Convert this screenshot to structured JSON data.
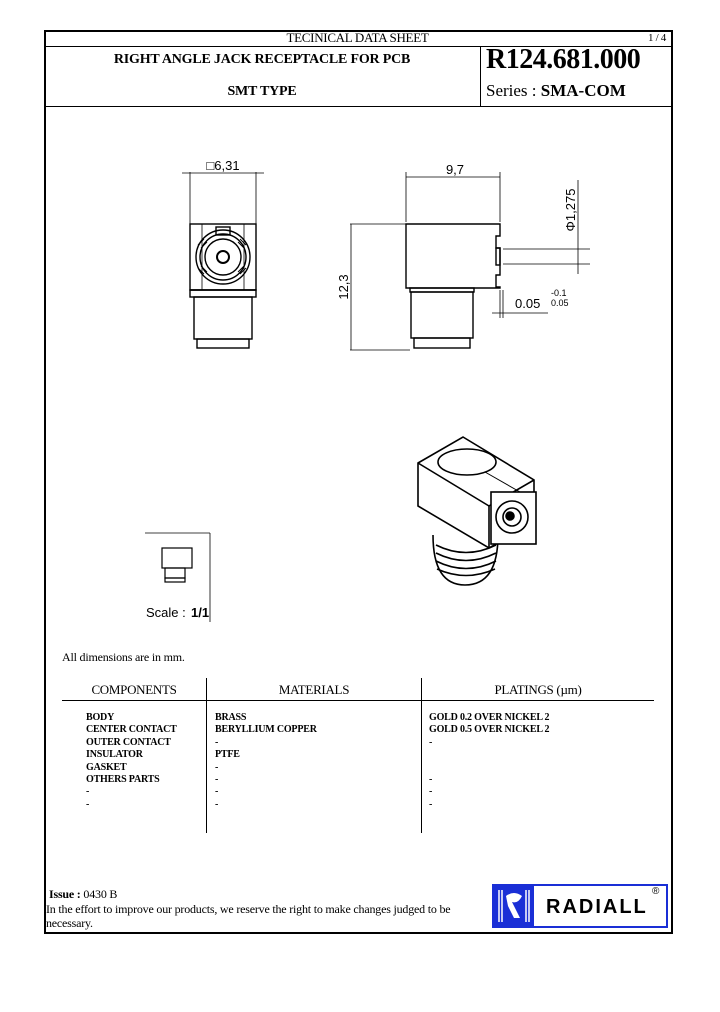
{
  "header": {
    "sheet_title": "TECINICAL DATA SHEET",
    "page": "1 / 4",
    "product_title": "RIGHT ANGLE JACK RECEPTACLE FOR PCB",
    "product_subtitle": "SMT TYPE",
    "reference": "R124.681.000",
    "series_label": "Series :",
    "series_value": "SMA-COM"
  },
  "drawing": {
    "front_view_dim": "□6,31",
    "side_view_width": "9,7",
    "side_view_height": "12,3",
    "pin_diameter": "Φ1,275",
    "coplanarity": "0.05",
    "tolerance_upper": "-0.1",
    "tolerance_lower": "0.05",
    "scale_label": "Scale :",
    "scale_value": "1/1"
  },
  "notes": {
    "units": "All dimensions are in mm."
  },
  "table": {
    "headers": [
      "COMPONENTS",
      "MATERIALS",
      "PLATINGS (µm)"
    ],
    "rows": [
      {
        "component": "BODY",
        "material": "BRASS",
        "plating": "GOLD 0.2 OVER NICKEL 2"
      },
      {
        "component": "CENTER CONTACT",
        "material": "BERYLLIUM COPPER",
        "plating": "GOLD 0.5 OVER NICKEL 2"
      },
      {
        "component": "OUTER CONTACT",
        "material": "-",
        "plating": "-"
      },
      {
        "component": "INSULATOR",
        "material": "PTFE",
        "plating": ""
      },
      {
        "component": "GASKET",
        "material": "-",
        "plating": ""
      },
      {
        "component": "OTHERS PARTS",
        "material": "-",
        "plating": "-"
      },
      {
        "component": "-",
        "material": "-",
        "plating": "-"
      },
      {
        "component": "-",
        "material": "-",
        "plating": "-"
      }
    ]
  },
  "footer": {
    "issue_label": "Issue :",
    "issue_value": "0430 B",
    "disclaimer": "In the effort to improve our products, we reserve the right to make changes judged to be necessary.",
    "logo_text": "RADIALL",
    "logo_mark": "®",
    "brand_color": "#1a2fd6"
  }
}
